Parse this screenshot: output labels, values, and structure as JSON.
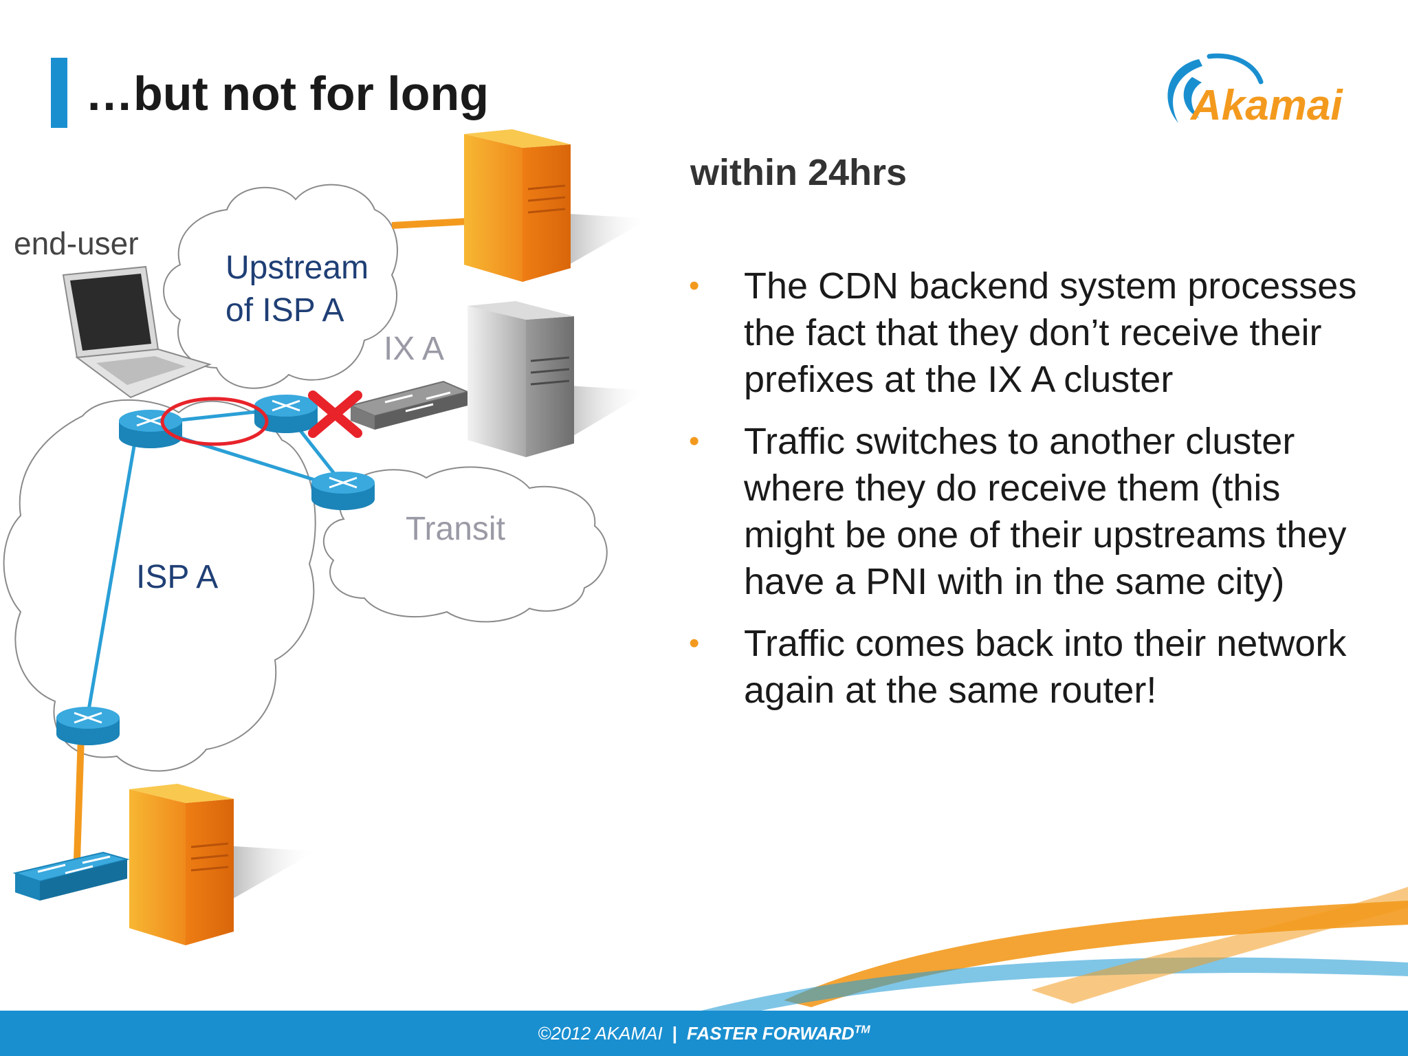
{
  "slide": {
    "title": "…but not for long",
    "subheading": "within 24hrs",
    "bullets": [
      "The CDN backend system processes the fact that they don’t receive their prefixes at the IX A cluster",
      "Traffic switches to another cluster where they do receive them (this might be one of their upstreams they have a PNI with in the same city)",
      "Traffic comes back into their network again at the same router!"
    ],
    "bullet_marker": "•"
  },
  "logo": {
    "text": "Akamai"
  },
  "diagram": {
    "labels": {
      "end_user": "end-user",
      "upstream_line1": "Upstream",
      "upstream_line2": "of ISP A",
      "ix": "IX A",
      "transit": "Transit",
      "isp": "ISP A"
    }
  },
  "footer": {
    "copyright": "©2012 AKAMAI",
    "separator": "|",
    "tagline": "FASTER FORWARD",
    "tm": "TM"
  },
  "colors": {
    "accent_blue": "#1a8fd0",
    "accent_orange": "#f39a1e",
    "link_blue": "#2a9fd6",
    "label_navy": "#1f3f75",
    "label_gray": "#9a9aa6",
    "failure_red": "#e8232a"
  }
}
